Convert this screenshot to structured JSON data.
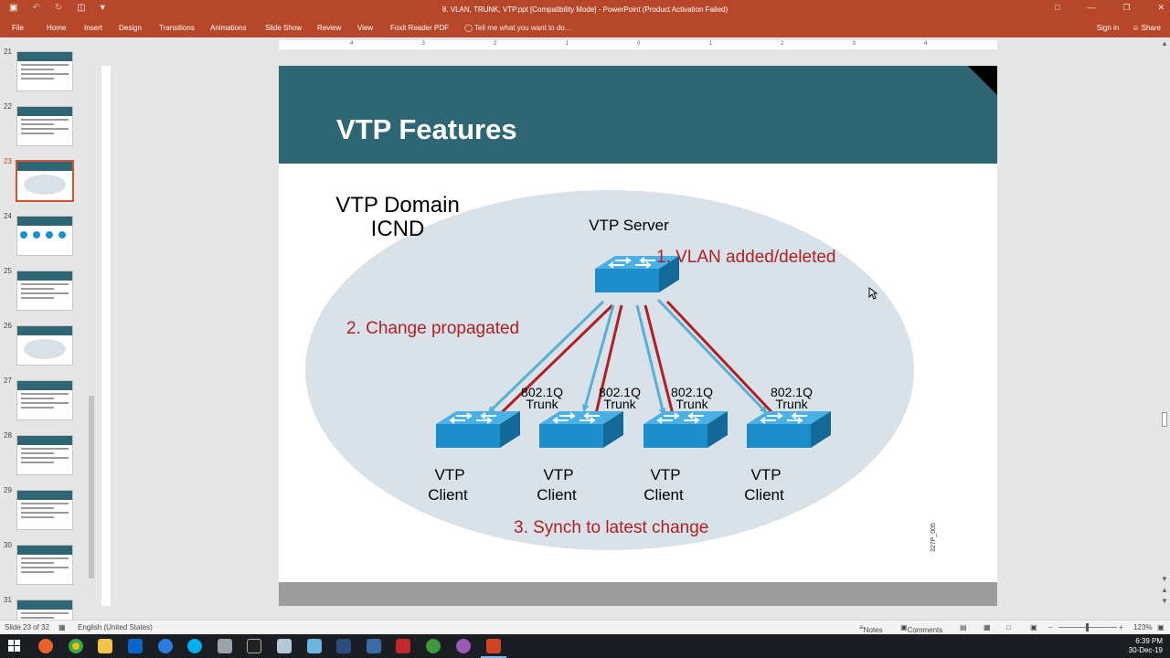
{
  "window": {
    "title": "8. VLAN, TRUNK, VTP.ppt [Compatibility Mode] - PowerPoint (Product Activation Failed)",
    "controls": [
      "□",
      "—",
      "❐",
      "✕"
    ]
  },
  "ribbon": {
    "tabs": [
      "File",
      "Home",
      "Insert",
      "Design",
      "Transitions",
      "Animations",
      "Slide Show",
      "Review",
      "View",
      "Foxit Reader PDF"
    ],
    "tell_me": "Tell me what you want to do...",
    "sign_in": "Sign in",
    "share": "Share"
  },
  "thumbnails": [
    {
      "num": "21",
      "style": "lines"
    },
    {
      "num": "22",
      "style": "lines"
    },
    {
      "num": "23",
      "style": "oval",
      "active": true
    },
    {
      "num": "24",
      "style": "nodes"
    },
    {
      "num": "25",
      "style": "lines"
    },
    {
      "num": "26",
      "style": "oval"
    },
    {
      "num": "27",
      "style": "lines"
    },
    {
      "num": "28",
      "style": "lines"
    },
    {
      "num": "29",
      "style": "lines"
    },
    {
      "num": "30",
      "style": "lines"
    },
    {
      "num": "31",
      "style": "lines"
    }
  ],
  "ruler": {
    "labels": [
      "4",
      "3",
      "2",
      "1",
      "0",
      "1",
      "2",
      "3",
      "4"
    ]
  },
  "slide": {
    "title": "VTP Features",
    "domain_line1": "VTP Domain",
    "domain_line2": "ICND",
    "server_label": "VTP Server",
    "step1": "1. VLAN added/deleted",
    "step2": "2. Change propagated",
    "step3": "3. Synch to latest change",
    "trunk_line1": "802.1Q",
    "trunk_line2": "Trunk",
    "client_line1": "VTP",
    "client_line2": "Client",
    "figure_id": "327P_005",
    "colors": {
      "banner": "#2f6673",
      "switch": "#1d8ec9",
      "arrow_blue": "#5aafd4",
      "arrow_red": "#b01f24",
      "oval": "#d9e2e9"
    }
  },
  "status": {
    "slide_info": "Slide 23 of 32",
    "language": "English (United States)",
    "notes": "Notes",
    "comments": "Comments",
    "zoom": "123%"
  },
  "taskbar": {
    "time": "6:39 PM",
    "date": "30-Dec-19"
  }
}
